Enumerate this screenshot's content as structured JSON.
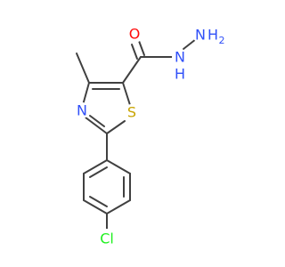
{
  "molecule": {
    "atoms": {
      "o1": {
        "text": "O",
        "color": "#ff0d0d"
      },
      "n_amide": {
        "text": "N",
        "color": "#3050f8"
      },
      "h_amide": {
        "text": "H",
        "color": "#3050f8"
      },
      "n_amine": {
        "text": "N",
        "color": "#3050f8"
      },
      "h2_amine": {
        "text": "H",
        "color": "#3050f8"
      },
      "h2_sub": {
        "text": "2",
        "color": "#3050f8"
      },
      "n_ring": {
        "text": "N",
        "color": "#3050f8"
      },
      "s_ring": {
        "text": "S",
        "color": "#c8a400"
      },
      "cl": {
        "text": "Cl",
        "color": "#1ff01f"
      }
    },
    "bond_color": "#404040"
  }
}
